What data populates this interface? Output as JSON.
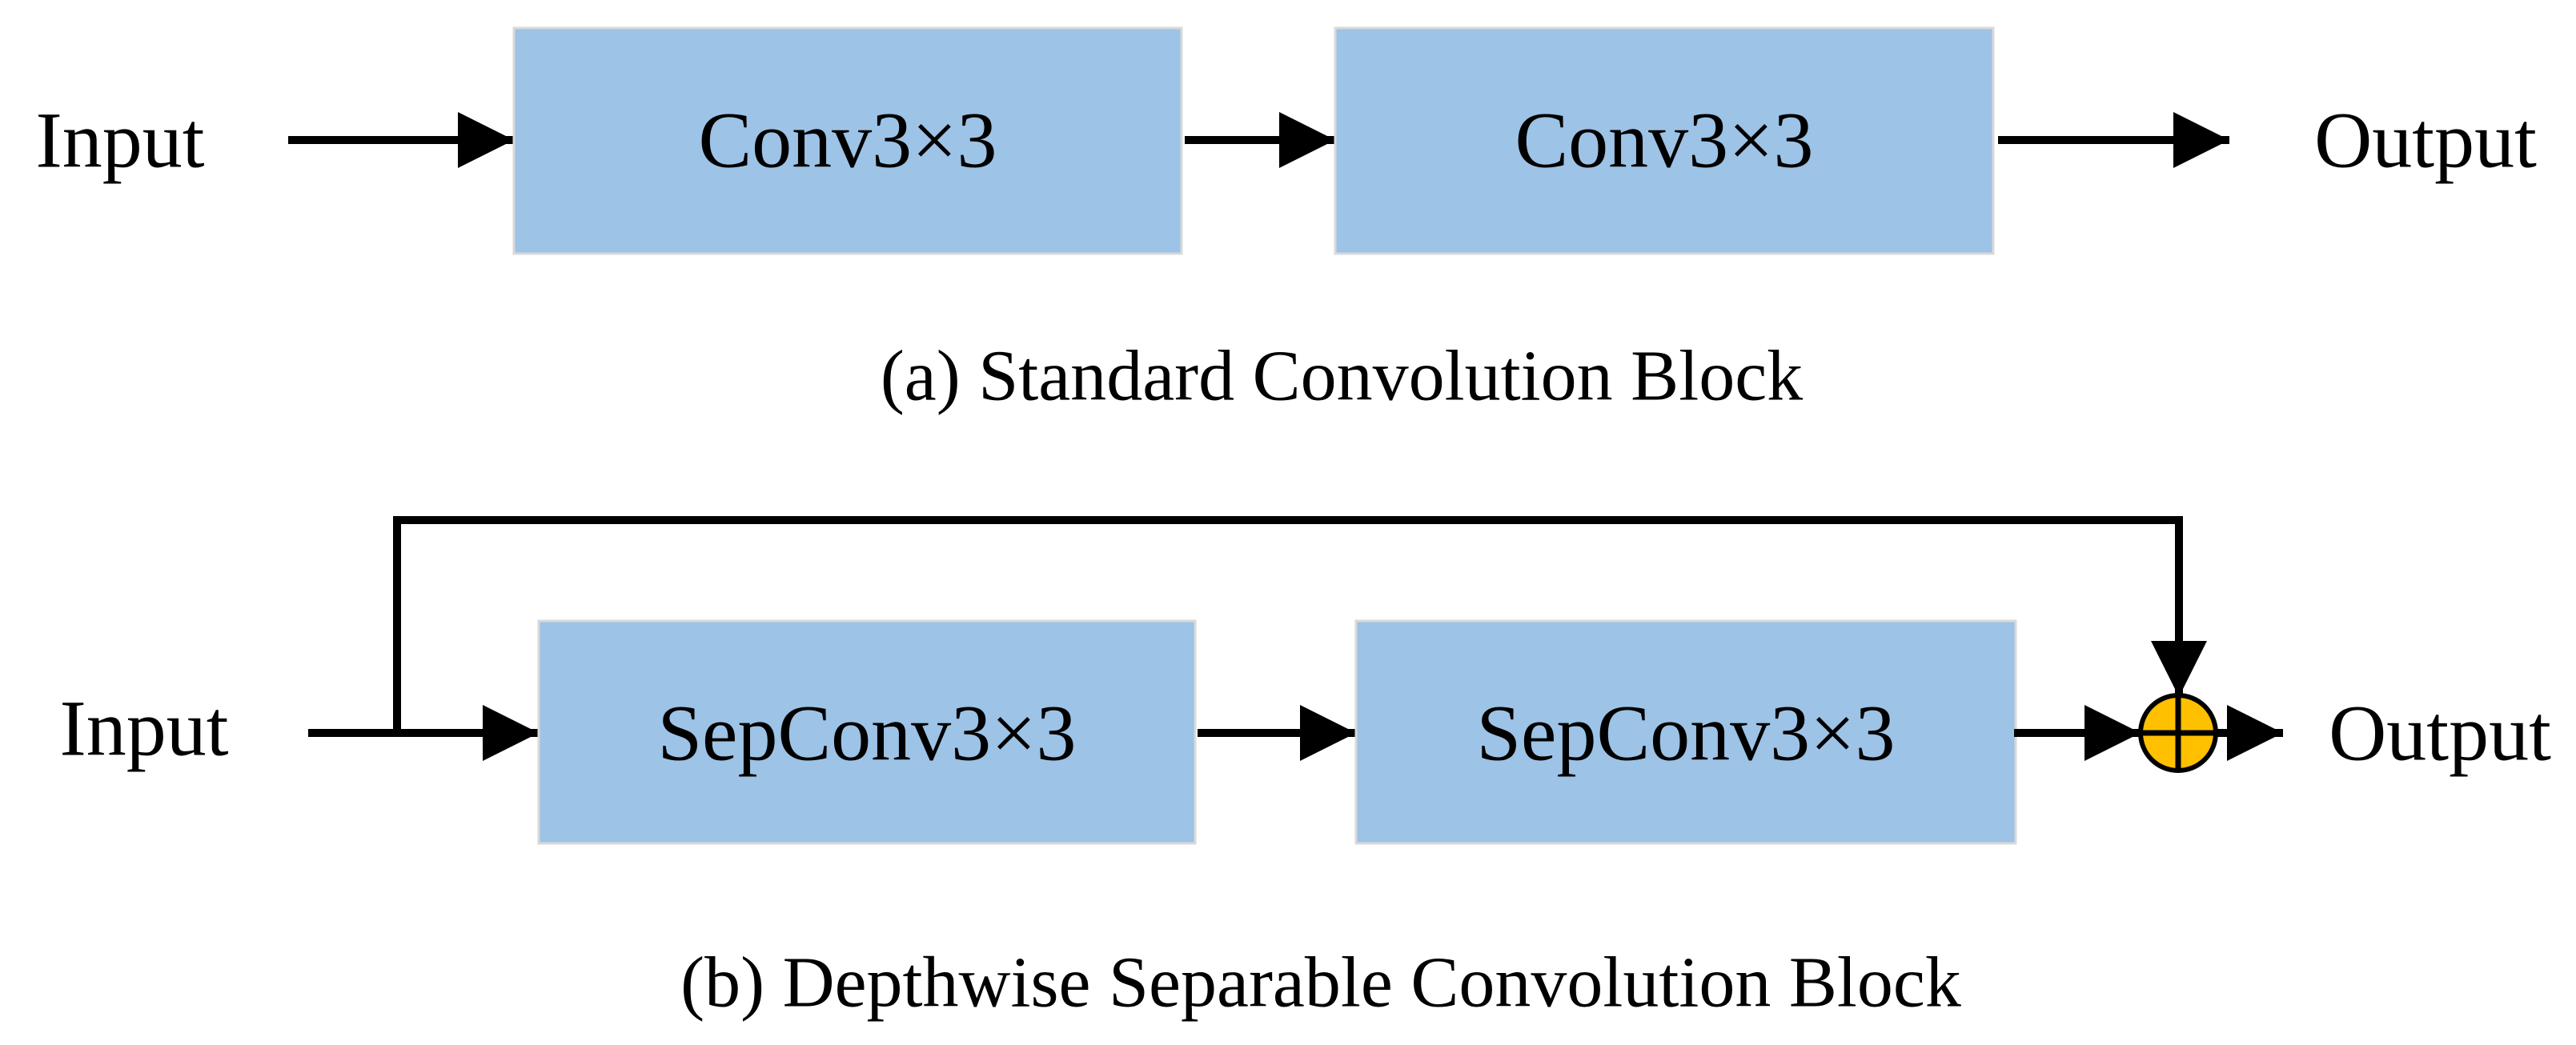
{
  "figure": {
    "background_color": "#ffffff",
    "line_color": "#000000",
    "box_fill_color": "#9DC3E6",
    "box_border_color": "#D9D9D9",
    "add_node_fill_color": "#FFC000",
    "text_color": "#000000",
    "block_a": {
      "input_label": "Input",
      "conv1_label": "Conv3×3",
      "conv2_label": "Conv3×3",
      "output_label": "Output",
      "caption": "(a) Standard Convolution Block"
    },
    "block_b": {
      "input_label": "Input",
      "conv1_label": "SepConv3×3",
      "conv2_label": "SepConv3×3",
      "output_label": "Output",
      "caption": "(b) Depthwise Separable Convolution Block"
    }
  }
}
